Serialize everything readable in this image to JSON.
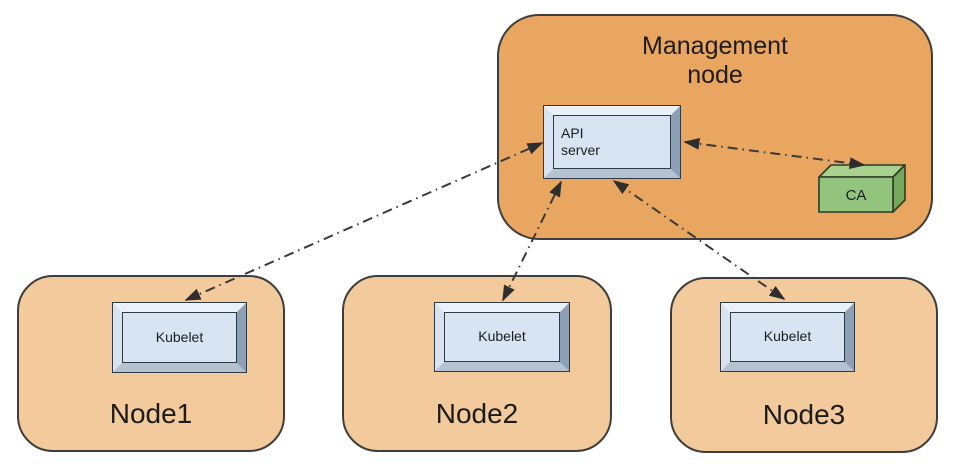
{
  "diagram": {
    "management_node": {
      "label": "Management\nnode",
      "fill": "#E8A660"
    },
    "api_server": {
      "label": "API\nserver",
      "fill": "#D8E4F2"
    },
    "ca": {
      "label": "CA",
      "fill_front": "#93C47D",
      "fill_top": "#A9D18E",
      "fill_side": "#74A85C"
    },
    "worker_nodes": [
      {
        "label": "Node1",
        "component": "Kubelet"
      },
      {
        "label": "Node2",
        "component": "Kubelet"
      },
      {
        "label": "Node3",
        "component": "Kubelet"
      }
    ],
    "worker_fill": "#F2CA9C",
    "connections": [
      {
        "from": "Kubelet (Node1)",
        "to": "API server",
        "style": "dash-dot",
        "bidirectional": true
      },
      {
        "from": "Kubelet (Node2)",
        "to": "API server",
        "style": "dash-dot",
        "bidirectional": true
      },
      {
        "from": "Kubelet (Node3)",
        "to": "API server",
        "style": "dash-dot",
        "bidirectional": true
      },
      {
        "from": "API server",
        "to": "CA",
        "style": "dash-dot",
        "bidirectional": true
      }
    ],
    "line_color": "#3A3A3A"
  }
}
